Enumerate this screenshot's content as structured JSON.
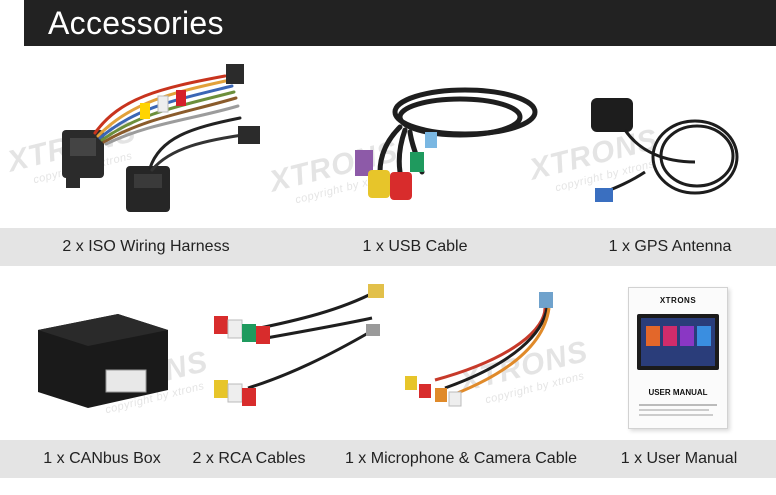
{
  "header": {
    "title": "Accessories"
  },
  "watermark": {
    "brand": "XTRONS",
    "sub": "copyright by xtrons"
  },
  "items": [
    {
      "caption": "2 x ISO Wiring Harness"
    },
    {
      "caption": "1 x USB Cable"
    },
    {
      "caption": "1 x GPS Antenna"
    },
    {
      "caption": "1 x CANbus Box"
    },
    {
      "caption": "2 x RCA Cables"
    },
    {
      "caption": "1 x Microphone & Camera Cable"
    },
    {
      "caption": "1 x User Manual"
    }
  ],
  "manual": {
    "brand": "XTRONS",
    "title": "USER MANUAL"
  }
}
